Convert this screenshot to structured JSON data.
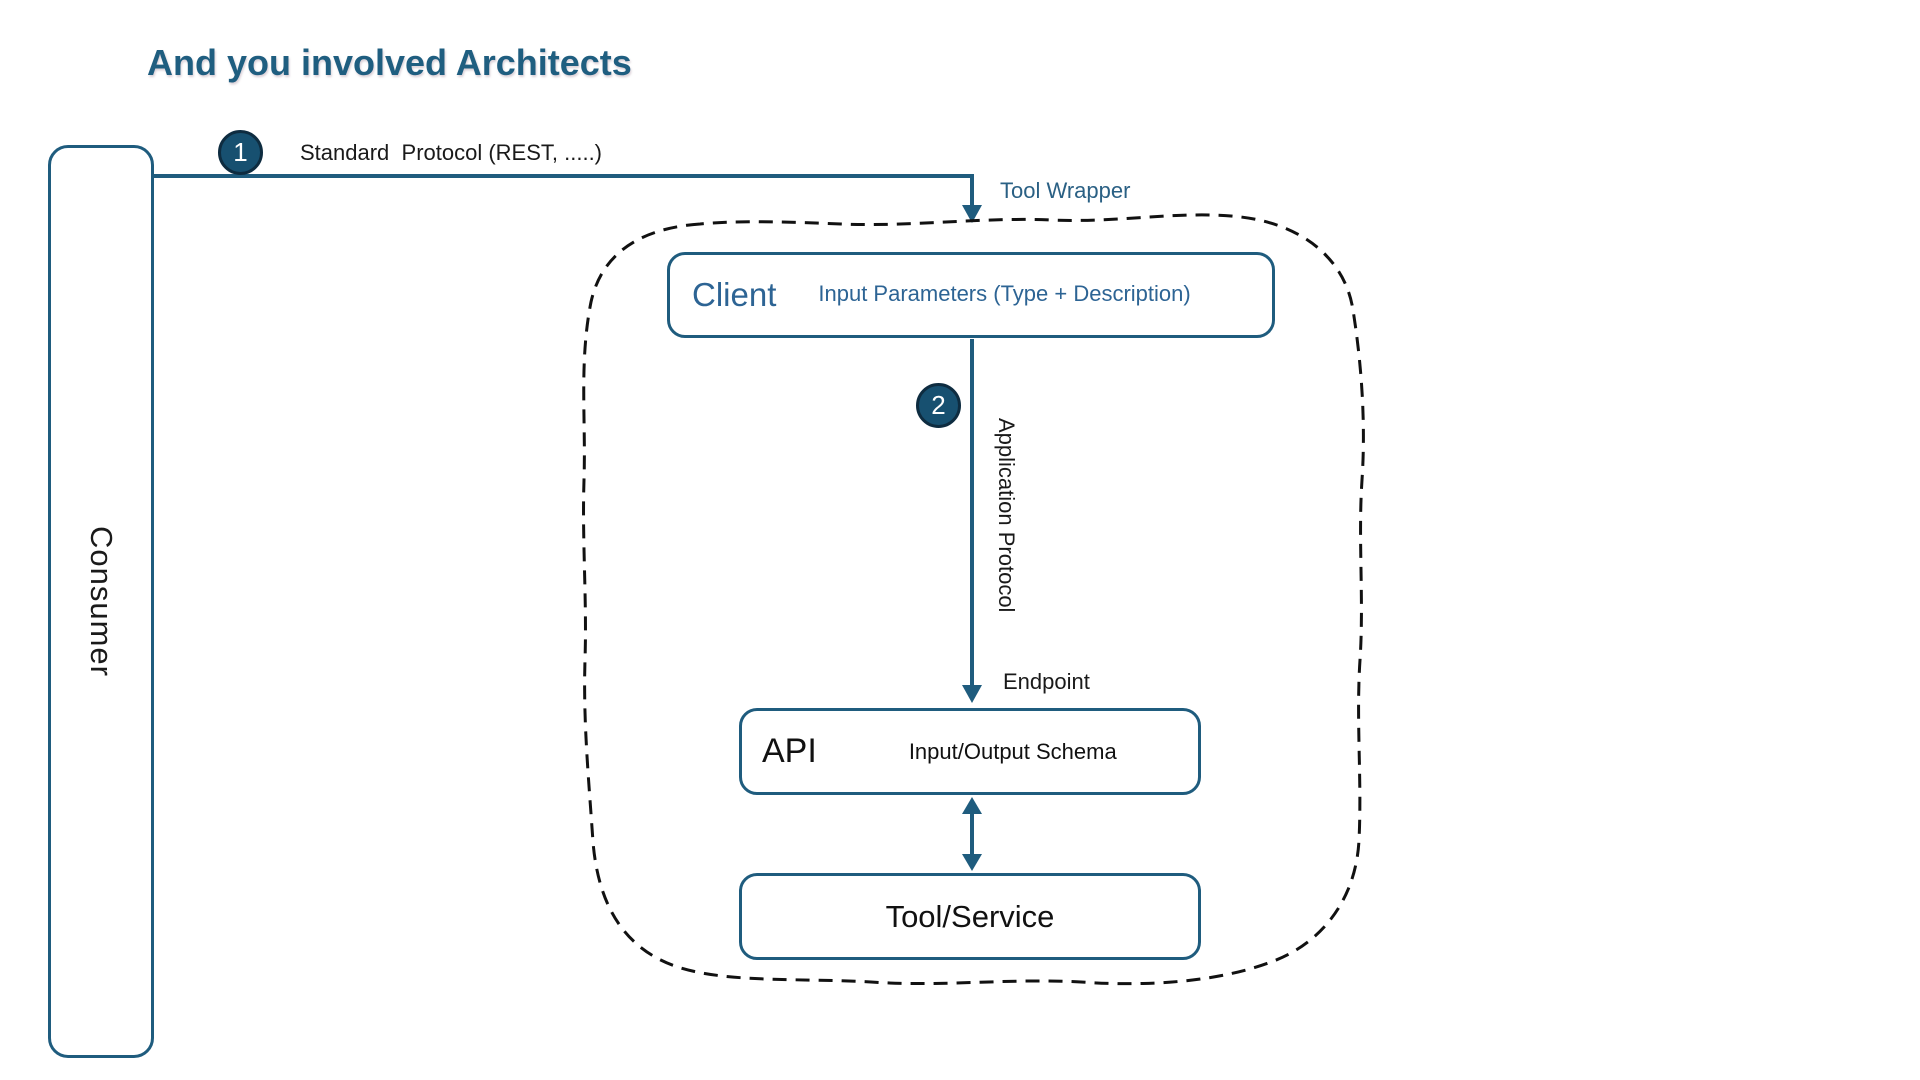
{
  "slide": {
    "title": "And you involved Architects"
  },
  "consumer": {
    "label": "Consumer"
  },
  "step1": {
    "number": "1",
    "label": "Standard  Protocol (REST, .....)"
  },
  "tool_wrapper": {
    "label": "Tool Wrapper"
  },
  "client_box": {
    "title": "Client",
    "subtitle": "Input Parameters (Type + Description)"
  },
  "step2": {
    "number": "2",
    "label": "Application Protocol"
  },
  "endpoint": {
    "label": "Endpoint"
  },
  "api_box": {
    "title": "API",
    "subtitle": "Input/Output Schema"
  },
  "tool_service_box": {
    "label": "Tool/Service"
  },
  "colors": {
    "accent_teal": "#1f5c7e",
    "title_teal": "#1f5e80",
    "badge_fill": "#175070",
    "badge_border": "#0e2c40",
    "client_text": "#2d6494",
    "label_teal": "#2a6084",
    "text_dark": "#1a1a1a",
    "blob_dash": "#111111"
  }
}
